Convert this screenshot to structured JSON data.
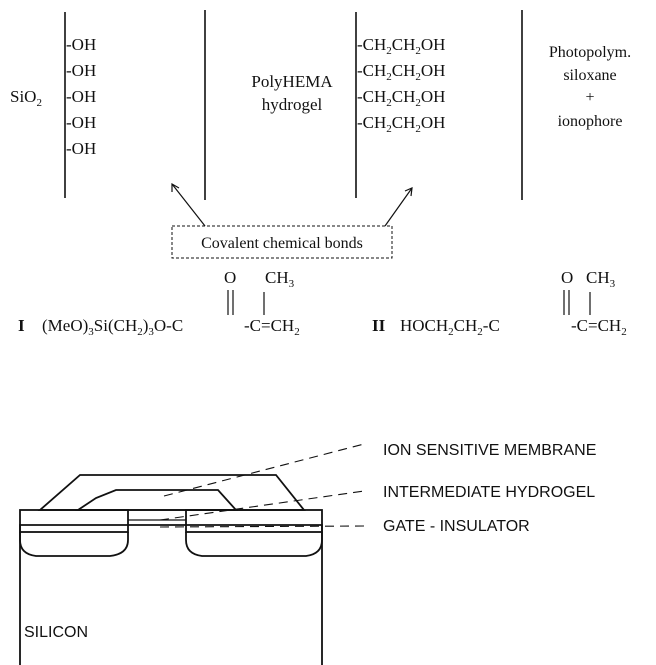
{
  "top": {
    "sio2": {
      "main": "SiO",
      "sub": "2"
    },
    "oh_groups": [
      "-OH",
      "-OH",
      "-OH",
      "-OH",
      "-OH"
    ],
    "polyhema": [
      "PolyHEMA",
      "hydrogel"
    ],
    "ch2_groups": [
      {
        "a": "-CH",
        "b": "CH",
        "c": "OH"
      },
      {
        "a": "-CH",
        "b": "CH",
        "c": "OH"
      },
      {
        "a": "-CH",
        "b": "CH",
        "c": "OH"
      },
      {
        "a": "-CH",
        "b": "CH",
        "c": "OH"
      }
    ],
    "photopolym": [
      "Photopolym.",
      "siloxane",
      "+",
      "ionophore"
    ],
    "covalent_label": "Covalent chemical bonds"
  },
  "formulas": {
    "I": {
      "numeral": "I",
      "p1": "(MeO)",
      "s1": "3",
      "p2": "Si(CH",
      "s2": "2",
      "p3": ")",
      "s3": "3",
      "p4": "O-C",
      "o": "O",
      "ch3": "CH",
      "ch3sub": "3",
      "ch2": "CH",
      "ch2sub": "2"
    },
    "II": {
      "numeral": "II",
      "p1": "HOCH",
      "s1": "2",
      "p2": "CH",
      "s2": "2",
      "p3": "-C",
      "o": "O",
      "ch3": "CH",
      "ch3sub": "3",
      "ch2": "CH",
      "ch2sub": "2"
    }
  },
  "device": {
    "labels": [
      "ION SENSITIVE MEMBRANE",
      "INTERMEDIATE HYDROGEL",
      "GATE - INSULATOR"
    ],
    "silicon": "SILICON"
  },
  "colors": {
    "ink": "#111111"
  }
}
